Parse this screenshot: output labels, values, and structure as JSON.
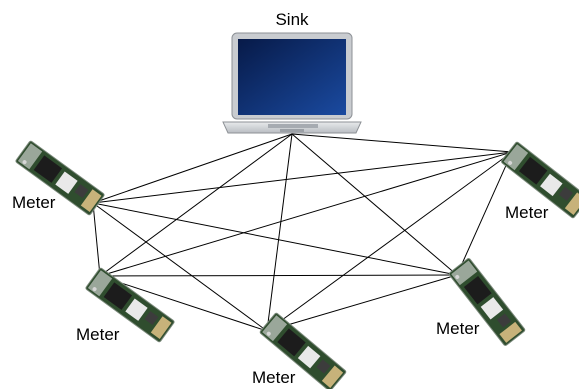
{
  "sink": {
    "label": "Sink"
  },
  "meters": [
    {
      "id": "m1",
      "label": "Meter"
    },
    {
      "id": "m2",
      "label": "Meter"
    },
    {
      "id": "m3",
      "label": "Meter"
    },
    {
      "id": "m4",
      "label": "Meter"
    },
    {
      "id": "m5",
      "label": "Meter"
    }
  ],
  "edges": [
    [
      "sink",
      "m1"
    ],
    [
      "sink",
      "m2"
    ],
    [
      "sink",
      "m3"
    ],
    [
      "sink",
      "m4"
    ],
    [
      "sink",
      "m5"
    ],
    [
      "m1",
      "m2"
    ],
    [
      "m1",
      "m3"
    ],
    [
      "m1",
      "m4"
    ],
    [
      "m1",
      "m5"
    ],
    [
      "m2",
      "m3"
    ],
    [
      "m2",
      "m4"
    ],
    [
      "m2",
      "m5"
    ],
    [
      "m3",
      "m4"
    ],
    [
      "m3",
      "m5"
    ],
    [
      "m4",
      "m5"
    ]
  ],
  "colors": {
    "board_green": "#3b5a3a",
    "board_edge": "#9aa39a",
    "screen": "#0b2d6e",
    "laptop_body": "#cfd2d6"
  }
}
